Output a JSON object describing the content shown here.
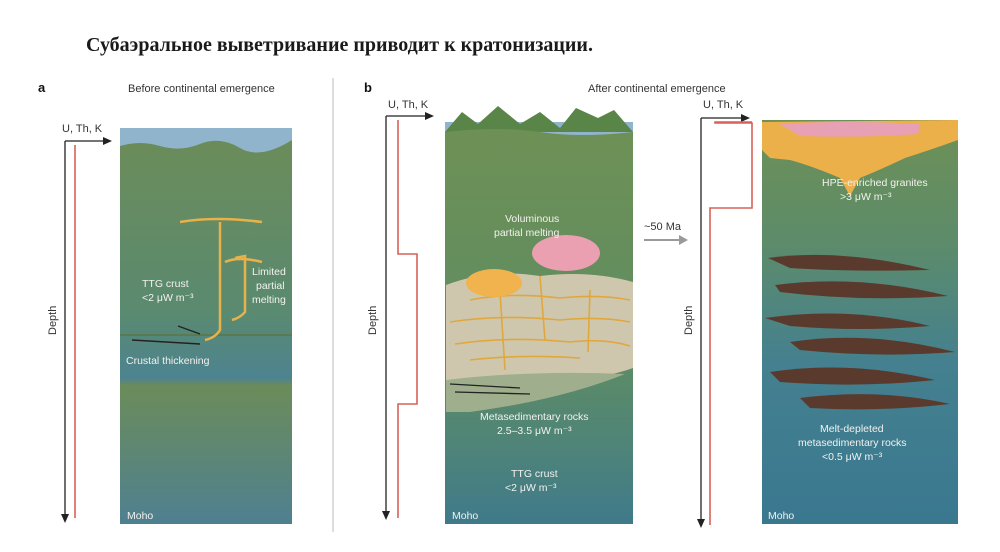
{
  "title": "Субаэральное выветривание приводит к кратонизации.",
  "panel_a": {
    "letter": "a",
    "heading": "Before continental emergence",
    "axis_x_label": "U, Th, K",
    "axis_y_label": "Depth",
    "crust_label_1": "TTG crust",
    "crust_label_2": "<2 μW m⁻³",
    "melt_label_1": "Limited",
    "melt_label_2": "partial",
    "melt_label_3": "melting",
    "thickening_label": "Crustal thickening",
    "moho_label": "Moho"
  },
  "panel_b": {
    "letter": "b",
    "heading": "After continental emergence",
    "axis_x_label": "U, Th, K",
    "axis_y_label": "Depth",
    "melting_label_1": "Voluminous",
    "melting_label_2": "partial melting",
    "meta_label_1": "Metasedimentary rocks",
    "meta_label_2": "2.5–3.5 μW m⁻³",
    "ttg_label_1": "TTG crust",
    "ttg_label_2": "<2 μW m⁻³",
    "moho_label": "Moho"
  },
  "arrow_label": "~50 Ma",
  "panel_c": {
    "axis_x_label": "U, Th, K",
    "axis_y_label": "Depth",
    "granite_label_1": "HPE-enriched granites",
    "granite_label_2": ">3 μW m⁻³",
    "depleted_label_1": "Melt-depleted",
    "depleted_label_2": "metasedimentary rocks",
    "depleted_label_3": "<0.5 μW m⁻³",
    "moho_label": "Moho"
  }
}
